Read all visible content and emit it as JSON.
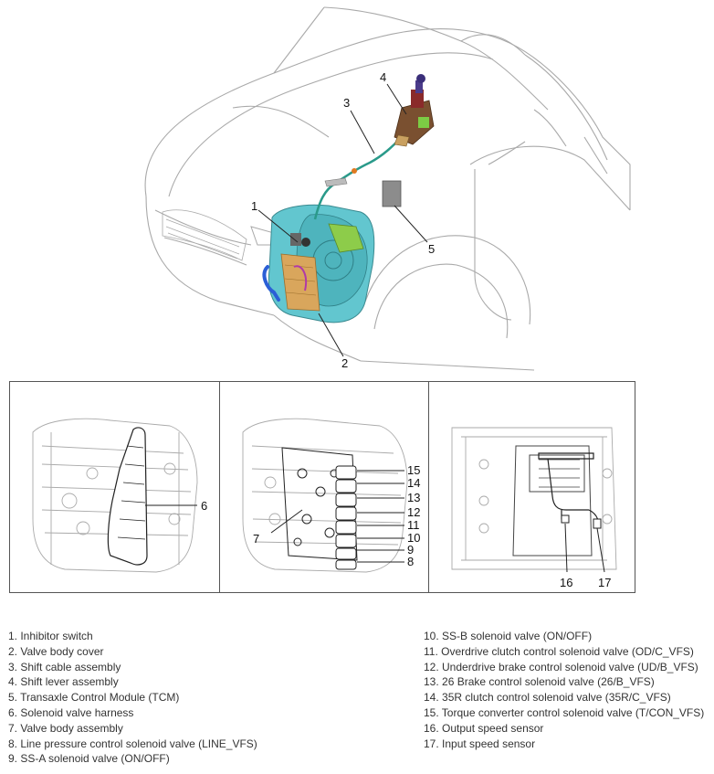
{
  "callouts_top": {
    "c1": "1",
    "c2": "2",
    "c3": "3",
    "c4": "4",
    "c5": "5"
  },
  "callouts_panels": {
    "c6": "6",
    "c7": "7",
    "c8": "8",
    "c9": "9",
    "c10": "10",
    "c11": "11",
    "c12": "12",
    "c13": "13",
    "c14": "14",
    "c15": "15",
    "c16": "16",
    "c17": "17"
  },
  "legend": {
    "left": [
      "1. Inhibitor switch",
      "2. Valve body cover",
      "3. Shift cable assembly",
      "4. Shift lever assembly",
      "5. Transaxle Control Module (TCM)",
      "6. Solenoid valve harness",
      "7. Valve body assembly",
      "8. Line pressure control solenoid valve (LINE_VFS)",
      "9. SS-A solenoid valve (ON/OFF)"
    ],
    "right": [
      "10. SS-B solenoid valve (ON/OFF)",
      "11. Overdrive clutch control solenoid valve (OD/C_VFS)",
      "12. Underdrive brake control solenoid valve (UD/B_VFS)",
      "13. 26 Brake control solenoid valve (26/B_VFS)",
      "14. 35R clutch control solenoid valve (35R/C_VFS)",
      "15. Torque converter control solenoid valve (T/CON_VFS)",
      "16. Output speed sensor",
      "17. Input speed sensor"
    ]
  },
  "colors": {
    "line": "#9a9a9a",
    "transaxle": "#5fc4cc",
    "valve_cover": "#d8a55a",
    "tcm": "#8c8c8c",
    "cable": "#2a9a8a",
    "module_green": "#8dcc4a",
    "shift_lever": "#8a5a3a"
  }
}
